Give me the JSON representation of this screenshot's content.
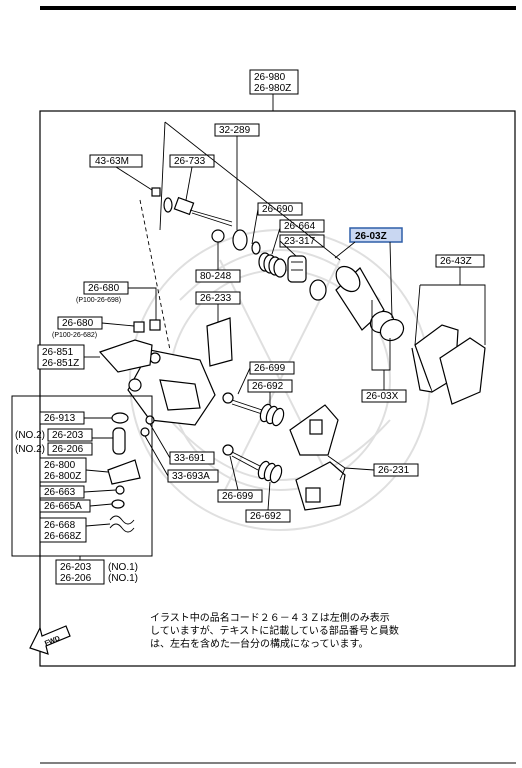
{
  "labels": {
    "l_26980": "26-980",
    "l_26980z": "26-980Z",
    "l_32289": "32-289",
    "l_4363m": "43-63M",
    "l_26733": "26-733",
    "l_26690": "26-690",
    "l_26664": "26-664",
    "l_23317": "23-317",
    "l_2603z": "26-03Z",
    "l_2643z": "26-43Z",
    "l_80248": "80-248",
    "l_26233": "26-233",
    "l_26680a": "26-680",
    "l_p100698": "(P100-26-698)",
    "l_26680b": "26-680",
    "l_p100682": "(P100-26-682)",
    "l_26851": "26-851",
    "l_26851z": "26-851Z",
    "l_26699a": "26-699",
    "l_26692a": "26-692",
    "l_2603x": "26-03X",
    "l_26913": "26-913",
    "l_no2a": "(NO.2)",
    "l_26203a": "26-203",
    "l_no2b": "(NO.2)",
    "l_26206a": "26-206",
    "l_26800": "26-800",
    "l_26800z": "26-800Z",
    "l_26663": "26-663",
    "l_26665a": "26-665A",
    "l_26668": "26-668",
    "l_26668z": "26-668Z",
    "l_33691": "33-691",
    "l_33693a": "33-693A",
    "l_26699b": "26-699",
    "l_26692b": "26-692",
    "l_26231": "26-231",
    "l_26203b": "26-203",
    "l_no1a": "(NO.1)",
    "l_26206b": "26-206",
    "l_no1b": "(NO.1)",
    "fwd": "FWD"
  },
  "note": {
    "line1": "イラスト中の品名コード２６－４３Ｚは左側のみ表示",
    "line2": "していますが、テキストに記載している部品番号と員数",
    "line3": "は、左右を含めた一台分の構成になっています。"
  },
  "colors": {
    "highlight": "#2f5fa8",
    "highlight_fill": "#c9d7f2"
  }
}
